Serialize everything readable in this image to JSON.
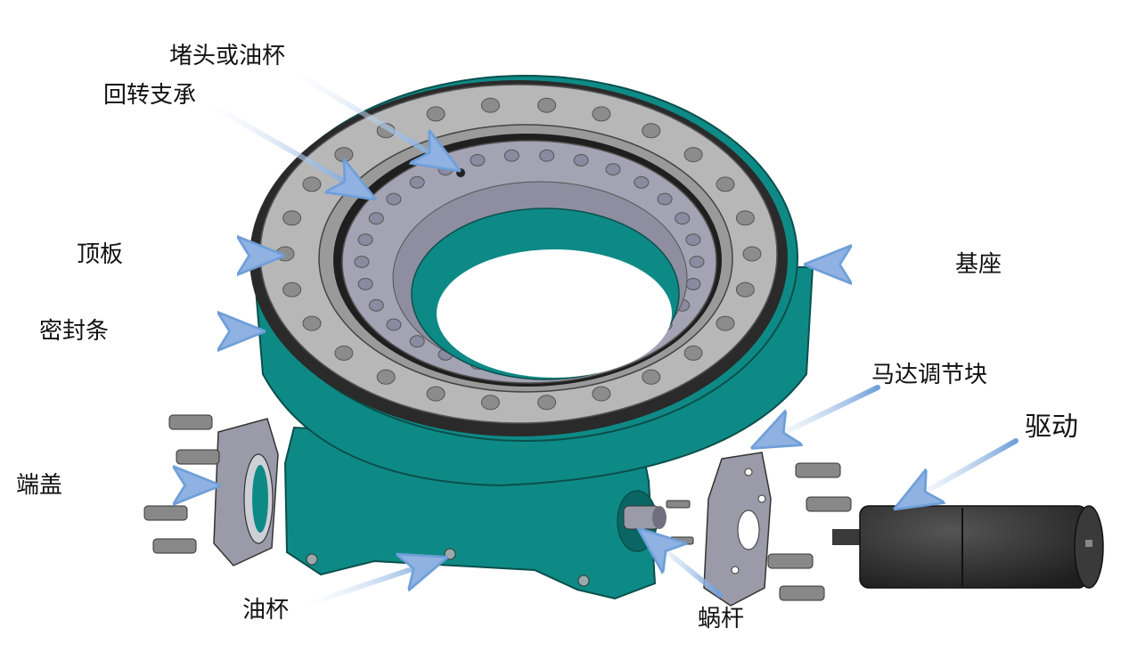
{
  "labels": {
    "plug_or_oil_cup": "堵头或油杯",
    "slewing_bearing": "回转支承",
    "top_plate": "顶板",
    "seal_strip": "密封条",
    "base": "基座",
    "motor_adjust_block": "马达调节块",
    "drive": "驱动",
    "end_cover": "端盖",
    "oil_cup": "油杯",
    "worm": "蜗杆"
  },
  "colors": {
    "housing": "#0e8a86",
    "housing_dark": "#0a6663",
    "top_plate": "#b7b7b7",
    "bearing_ring": "#a3a3b4",
    "seal": "#2a2a2a",
    "motor": "#2f2f2f",
    "arrow": "#7fa6d8"
  }
}
